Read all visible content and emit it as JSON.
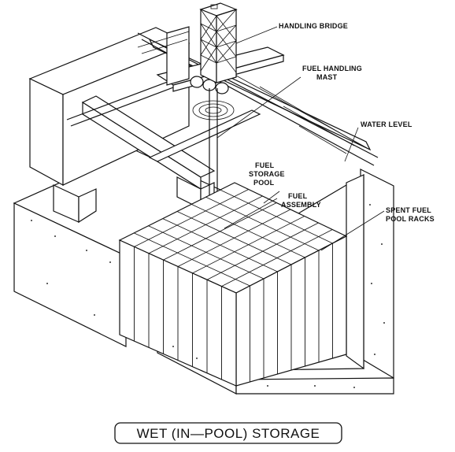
{
  "labels": {
    "handling_bridge": "HANDLING BRIDGE",
    "fuel_handling_mast": [
      "FUEL HANDLING",
      "MAST"
    ],
    "water_level": "WATER LEVEL",
    "fuel_storage_pool": [
      "FUEL",
      "STORAGE",
      "POOL"
    ],
    "fuel_assembly": [
      "FUEL",
      "ASSEMBLY"
    ],
    "spent_fuel_pool_racks": [
      "SPENT FUEL",
      "POOL RACKS"
    ]
  },
  "title": "WET (IN—POOL) STORAGE"
}
